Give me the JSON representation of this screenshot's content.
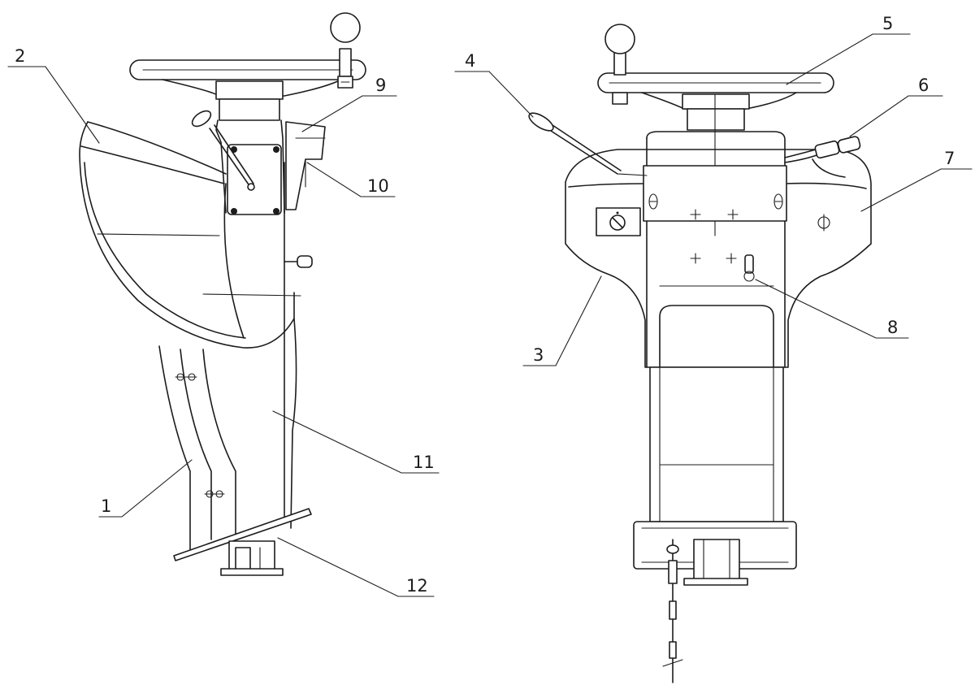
{
  "callouts": [
    {
      "id": "1",
      "text": "1"
    },
    {
      "id": "2",
      "text": "2"
    },
    {
      "id": "3",
      "text": "3"
    },
    {
      "id": "4",
      "text": "4"
    },
    {
      "id": "5",
      "text": "5"
    },
    {
      "id": "6",
      "text": "6"
    },
    {
      "id": "7",
      "text": "7"
    },
    {
      "id": "8",
      "text": "8"
    },
    {
      "id": "9",
      "text": "9"
    },
    {
      "id": "10",
      "text": "10"
    },
    {
      "id": "11",
      "text": "11"
    },
    {
      "id": "12",
      "text": "12"
    }
  ],
  "colors": {
    "line": "#1c1c1c",
    "background": "#ffffff"
  },
  "icons": [
    "handwheel-icon",
    "lever-icon",
    "knob-icon",
    "dial-icon",
    "cable-connector-icon"
  ]
}
